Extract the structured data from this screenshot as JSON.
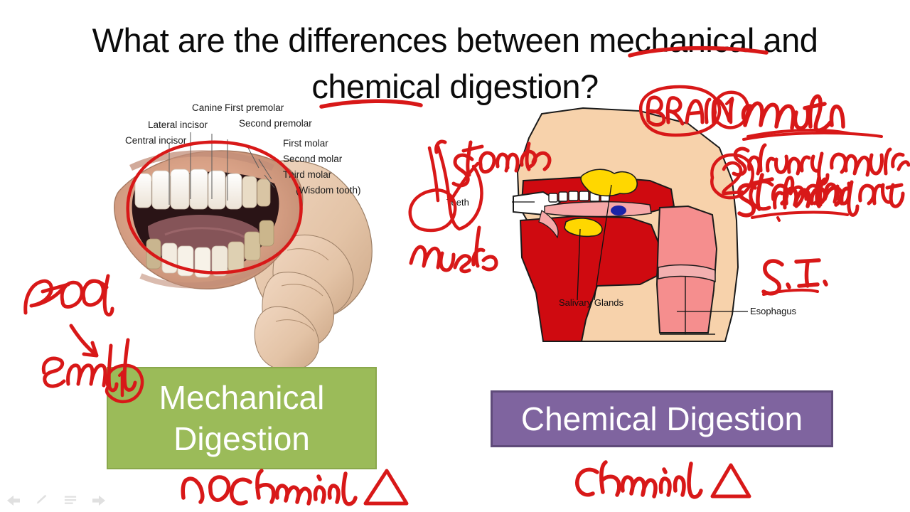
{
  "slide": {
    "title": "What are the differences between mechanical and chemical digestion?",
    "background_color": "#ffffff",
    "ink_color": "#d81818"
  },
  "left_figure": {
    "name": "open-mouth-teeth-photo",
    "labels": [
      {
        "id": "canine",
        "text": "Canine"
      },
      {
        "id": "first-premolar",
        "text": "First premolar"
      },
      {
        "id": "lateral-incisor",
        "text": "Lateral incisor"
      },
      {
        "id": "second-premolar",
        "text": "Second premolar"
      },
      {
        "id": "central-incisor",
        "text": "Central incisor"
      },
      {
        "id": "first-molar",
        "text": "First molar"
      },
      {
        "id": "second-molar",
        "text": "Second molar"
      },
      {
        "id": "third-molar",
        "text": "Third molar"
      },
      {
        "id": "wisdom-tooth",
        "text": "(Wisdom tooth)"
      }
    ]
  },
  "right_figure": {
    "name": "head-cross-section-diagram",
    "labels": [
      {
        "id": "teeth",
        "text": "Teeth"
      },
      {
        "id": "salivary-glands",
        "text": "Salivary Glands"
      },
      {
        "id": "esophagus",
        "text": "Esophagus"
      }
    ]
  },
  "boxes": {
    "mechanical": {
      "label": "Mechanical Digestion",
      "line1": "Mechanical",
      "line2": "Digestion",
      "color": "#9bbb59"
    },
    "chemical": {
      "label": "Chemical Digestion",
      "color": "#7f649f"
    }
  },
  "annotations": {
    "brain": "BRAIN",
    "number_one": "1",
    "number_two": "2",
    "mouth": "mouth",
    "salivary_amylase": "Salivary amylase",
    "carbohydrate": "Carbohydrate",
    "stomach_right": "Stomach",
    "small_intestine": "S. I.",
    "stomach_left": "Stomach",
    "muscle": "muscle",
    "food": "food",
    "small": "small",
    "circled_one_green": "1",
    "no_chemical_change": "no chemical",
    "chemical_change": "chemical",
    "delta_symbol": "triangle-delta"
  },
  "player_controls": [
    {
      "id": "back-arrow",
      "icon": "arrow-left-icon"
    },
    {
      "id": "pen-tool",
      "icon": "pen-icon"
    },
    {
      "id": "menu-lines",
      "icon": "menu-icon"
    },
    {
      "id": "forward-arrow",
      "icon": "arrow-right-icon"
    }
  ]
}
